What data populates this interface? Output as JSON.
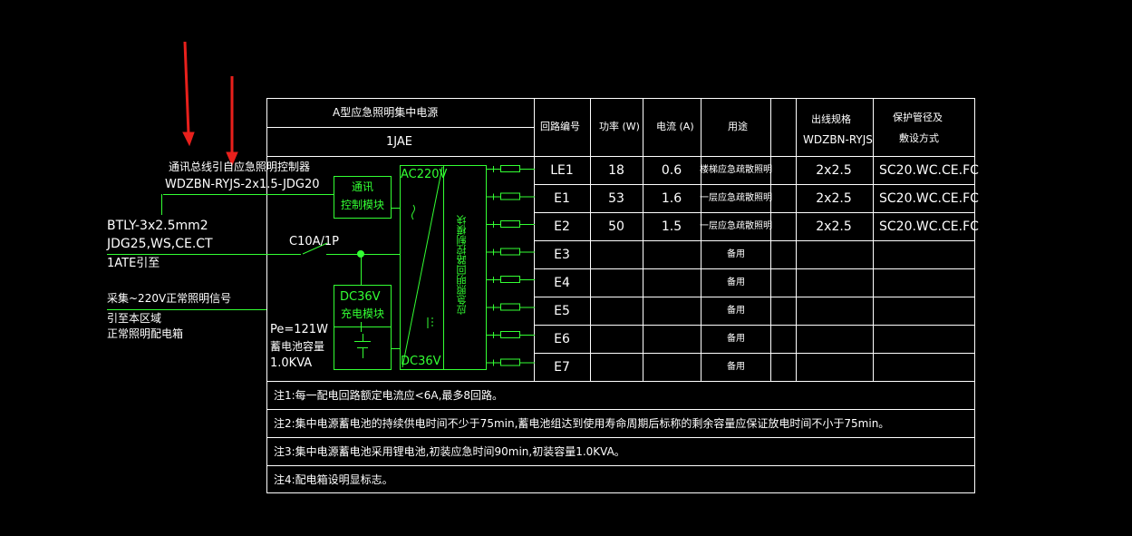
{
  "header": {
    "title": "A型应急照明集中电源",
    "code": "1JAE",
    "columns": [
      "回路编号",
      "功率 (W)",
      "电流 (A)",
      "用途",
      "出线规格",
      "WDZBN-RYJS",
      "保护管径及",
      "敷设方式"
    ]
  },
  "left": {
    "comm_line1": "通讯总线引自应急照明控制器",
    "comm_line2": "WDZBN-RYJS-2x1.5-JDG20",
    "cable1": "BTLY-3x2.5mm2",
    "cable2": "JDG25,WS,CE.CT",
    "cable3": "1ATE引至",
    "signal1": "采集~220V正常照明信号",
    "signal2": "引至本区域",
    "signal3": "正常照明配电箱"
  },
  "diagram": {
    "comm_module_1": "通讯",
    "comm_module_2": "控制模块",
    "breaker": "C10A/1P",
    "ac_label": "AC220V",
    "dc_label": "DC36V",
    "dc_bottom": "DC36V",
    "charge_module_1": "DC36V",
    "charge_module_2": "充电模块",
    "pe": "Pe=121W",
    "battery_1": "蓄电池容量",
    "battery_2": "1.0KVA",
    "vertical_label": "应急照明回路控制模块"
  },
  "rows": [
    {
      "id": "LE1",
      "power": "18",
      "current": "0.6",
      "use": "楼梯应急疏散照明",
      "spec": "2x2.5",
      "pipe": "SC20.WC.CE.FC"
    },
    {
      "id": "E1",
      "power": "53",
      "current": "1.6",
      "use": "一层应急疏散照明",
      "spec": "2x2.5",
      "pipe": "SC20.WC.CE.FC"
    },
    {
      "id": "E2",
      "power": "50",
      "current": "1.5",
      "use": "一层应急疏散照明",
      "spec": "2x2.5",
      "pipe": "SC20.WC.CE.FC"
    },
    {
      "id": "E3",
      "power": "",
      "current": "",
      "use": "备用",
      "spec": "",
      "pipe": ""
    },
    {
      "id": "E4",
      "power": "",
      "current": "",
      "use": "备用",
      "spec": "",
      "pipe": ""
    },
    {
      "id": "E5",
      "power": "",
      "current": "",
      "use": "备用",
      "spec": "",
      "pipe": ""
    },
    {
      "id": "E6",
      "power": "",
      "current": "",
      "use": "备用",
      "spec": "",
      "pipe": ""
    },
    {
      "id": "E7",
      "power": "",
      "current": "",
      "use": "备用",
      "spec": "",
      "pipe": ""
    }
  ],
  "notes": [
    "注1:每一配电回路额定电流应<6A,最多8回路。",
    "注2:集中电源蓄电池的持续供电时间不少于75min,蓄电池组达到使用寿命周期后标称的剩余容量应保证放电时间不小于75min。",
    "注3:集中电源蓄电池采用锂电池,初装应急时间90min,初装容量1.0KVA。",
    "注4:配电箱设明显标志。"
  ],
  "colors": {
    "background": "#000000",
    "lines": "#ffffff",
    "diagram": "#33ff33",
    "arrow": "#e8201c"
  }
}
